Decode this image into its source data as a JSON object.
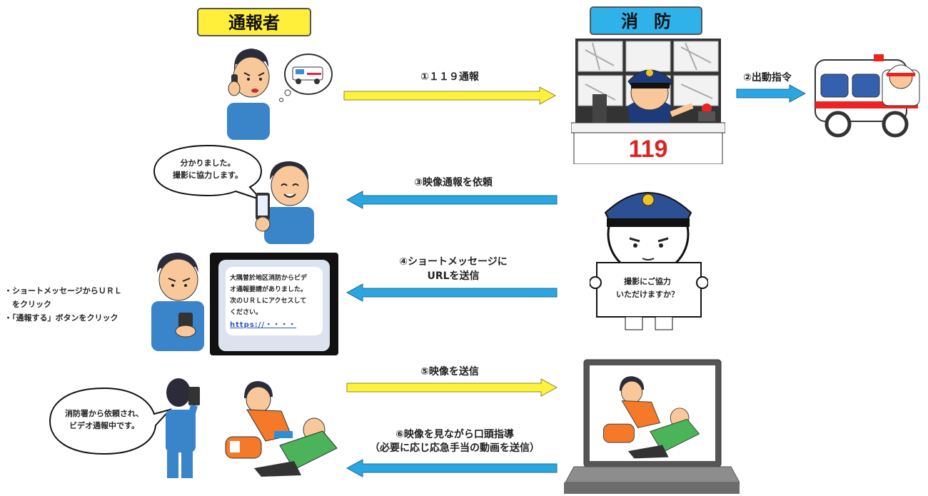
{
  "headers": {
    "reporter": "通報者",
    "fire_department": "消防"
  },
  "steps": {
    "s1": "①１１９通報",
    "s2": "②出動指令",
    "s3": "③映像通報を依頼",
    "s4_line1": "④ショートメッセージに",
    "s4_line2": "URLを送信",
    "s5": "⑤映像を送信",
    "s6_line1": "⑥映像を見ながら口頭指導",
    "s6_line2": "（必要に応じ応急手当の動画を送信）"
  },
  "bubbles": {
    "agree_line1": "分かりました。",
    "agree_line2": "撮影に協力します。",
    "sending_line1": "消防署から依頼され、",
    "sending_line2": "ビデオ通報中です。"
  },
  "sign": {
    "line1": "撮影にご協力",
    "line2": "いただけますか？"
  },
  "phone_message": {
    "line1": "大隅曽於地区消防からビデ",
    "line2": "オ通報要請がありました。",
    "line3": "次のＵＲＬにアクセスして",
    "line4": "ください。",
    "url": "https://・・・・"
  },
  "side_instructions": {
    "line1": "・ショートメッセージからＵＲＬ",
    "line2": "　をクリック",
    "line3": "・「通報する」ボタンをクリック"
  },
  "dispatch_sign": "119",
  "colors": {
    "yellow_arrow": "#fff23a",
    "blue_arrow": "#2ba6e0",
    "reporter_header": "#ffee3a",
    "fire_header": "#2fb2ea"
  }
}
